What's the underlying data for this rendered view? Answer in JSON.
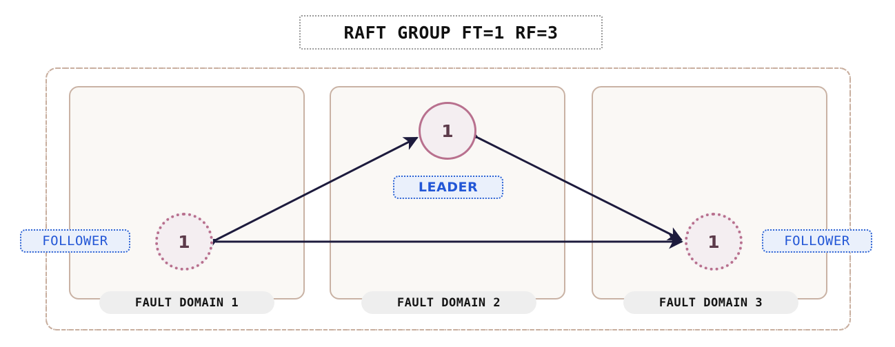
{
  "diagram": {
    "title": "RAFT GROUP FT=1 RF=3",
    "colors": {
      "outer_border": "#c8ae9e",
      "domain_border": "#c9b2a4",
      "domain_fill": "#faf8f5",
      "node_border": "#b8708e",
      "node_fill": "#f4eef1",
      "node_text": "#5c3a4a",
      "edge": "#1d1b3d",
      "badge_text": "#2256d6",
      "badge_fill": "#eaf0fb",
      "badge_border": "#2d63d4",
      "pill_fill": "#eeeeee",
      "pill_text": "#141414",
      "title_border": "#9a9a9a"
    },
    "fault_domains": [
      {
        "label": "FAULT DOMAIN 1"
      },
      {
        "label": "FAULT DOMAIN 2"
      },
      {
        "label": "FAULT DOMAIN 3"
      }
    ],
    "nodes": [
      {
        "id": "leader",
        "label": "1",
        "role": "LEADER",
        "domain": 2,
        "border_style": "solid"
      },
      {
        "id": "follower-left",
        "label": "1",
        "role": "FOLLOWER",
        "domain": 1,
        "border_style": "dotted"
      },
      {
        "id": "follower-right",
        "label": "1",
        "role": "FOLLOWER",
        "domain": 3,
        "border_style": "dotted"
      }
    ],
    "edges": [
      {
        "from": "follower-left",
        "to": "leader",
        "arrow": "both"
      },
      {
        "from": "leader",
        "to": "follower-right",
        "arrow": "both"
      },
      {
        "from": "follower-left",
        "to": "follower-right",
        "arrow": "both"
      }
    ]
  }
}
